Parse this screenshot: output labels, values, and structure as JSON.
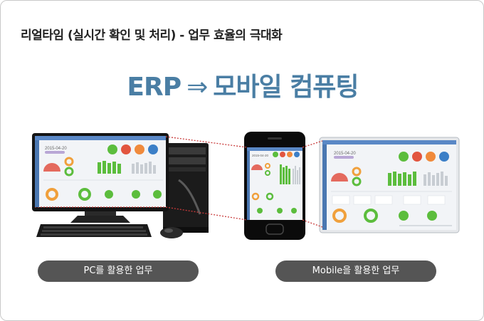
{
  "page": {
    "title": "리얼타임 (실시간 확인 및 처리) - 업무 효율의 극대화",
    "headline_left": "ERP",
    "headline_arrow": "⇒",
    "headline_right": "모바일 컴퓨팅"
  },
  "labels": {
    "pc": "PC를 활용한 업무",
    "mobile": "Mobile을 활용한 업무"
  },
  "dashboard": {
    "date": "2015-04-20",
    "accent": "#5a88c6",
    "bar_color": "#5cbd3d",
    "kpi_colors": [
      "#5cbd3d",
      "#e2553f",
      "#f08a3c",
      "#3c7fc7"
    ]
  },
  "icons": [
    "pc-monitor-icon",
    "pc-tower-icon",
    "keyboard-icon",
    "mouse-icon",
    "smartphone-icon",
    "tablet-icon"
  ]
}
